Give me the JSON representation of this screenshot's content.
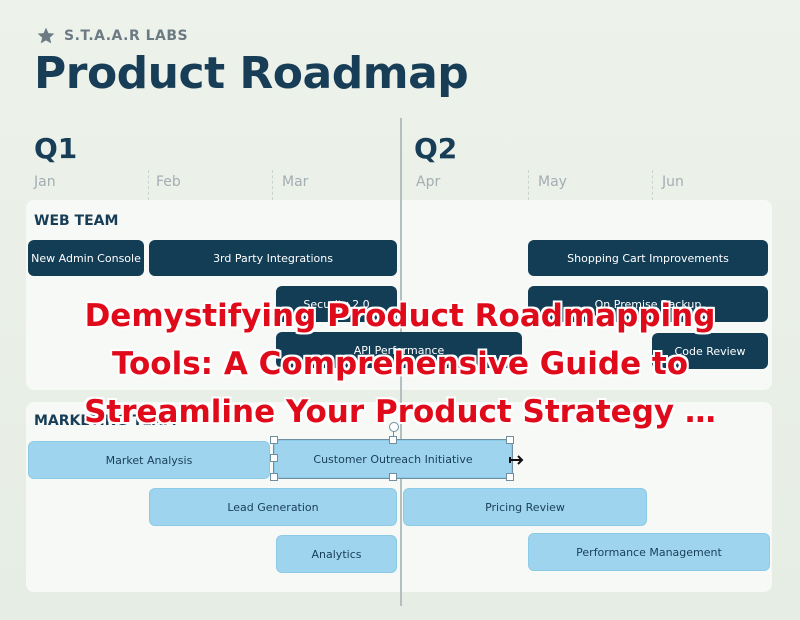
{
  "brand": {
    "icon": "star-icon",
    "name": "S.T.A.A.R LABS"
  },
  "title": "Product Roadmap",
  "quarters": [
    "Q1",
    "Q2"
  ],
  "months": [
    "Jan",
    "Feb",
    "Mar",
    "Apr",
    "May",
    "Jun"
  ],
  "colors": {
    "background": "#e9efe7",
    "panel": "#f7f9f6",
    "dark_bar": "#123d55",
    "light_bar": "#9fd4ef",
    "title": "#183e57",
    "overlay_text": "#e00b1a"
  },
  "web_team": {
    "label": "WEB TEAM",
    "items": [
      {
        "label": "New Admin Console"
      },
      {
        "label": "3rd Party Integrations"
      },
      {
        "label": "Security 2.0"
      },
      {
        "label": "API Performance"
      },
      {
        "label": "Shopping Cart Improvements"
      },
      {
        "label": "On Premise Backup"
      },
      {
        "label": "Code Review"
      }
    ]
  },
  "marketing_team": {
    "label": "MARKETING TEAM",
    "items": [
      {
        "label": "Market Analysis"
      },
      {
        "label": "Customer Outreach Initiative"
      },
      {
        "label": "Lead Generation"
      },
      {
        "label": "Pricing Review"
      },
      {
        "label": "Analytics"
      },
      {
        "label": "Performance Management"
      }
    ]
  },
  "overlay": {
    "headline": "Demystifying Product Roadmapping Tools: A Comprehensive Guide to Streamline Your Product Strategy …"
  }
}
